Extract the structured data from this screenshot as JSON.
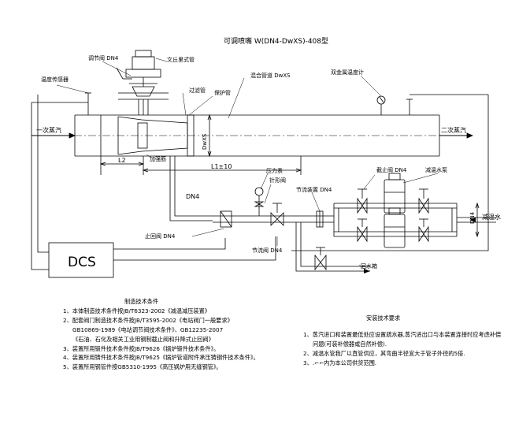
{
  "title": "可调喷嘴 W(DN4-DwXS)-408型",
  "labels": {
    "regulating_valve": "调节阀 DN4",
    "actuator": "文丘里式管",
    "temp_sensor": "温度传感器",
    "filter_pipe": "过滤管",
    "protect_pipe": "保护管",
    "mixing_pipe": "混合管道 DwXS",
    "thermometer": "双金属温度计",
    "primary_steam": "一次蒸汽",
    "secondary_steam": "二次蒸汽",
    "dwxs": "DwXS",
    "l2": "L2",
    "l1": "L1±10",
    "reinforce_rib": "加强筋",
    "pressure_gauge": "压力表",
    "needle_valve": "针形阀",
    "dn4_branch": "DN4",
    "shutoff_valve": "截止阀 DN4",
    "desuper_pump": "减温水泵",
    "throttle_device": "节流装置 DN4",
    "check_valve": "止回阀 DN4",
    "throttle_valve": "节流阀 DN4",
    "return_tank": "回水箱",
    "desuper_water": "减温水",
    "dn4_right": "DN4",
    "dcs": "DCS"
  },
  "manufacturing": {
    "heading": "制造技术条件",
    "items": [
      "1、本体制造技术条件按JB/T6323-2002《减温减压装置》",
      "2、配套阀门制造技术条件按JB/T3595-2002《电站阀门一般要求》",
      "GB10869-1989《电站调节阀技术条件》、GB12235-2007",
      "《石油、石化及相关工业用钢制截止阀和升降式止回阀》",
      "3、装置所用锻件技术条件按JB/T9626《锅炉锻件技术条件》。",
      "4、装置所用铸件技术条件按JB/T9625《锅炉管道附件承压铸钢件技术条件》。",
      "5、装置所用钢管件按GB5310-1995《高压锅炉用无缝钢管》。"
    ]
  },
  "installation": {
    "heading": "安装技术要求",
    "items": [
      "1、蒸汽进口和装置最低处应设置疏水器,蒸汽进出口与本装置连接时应考虑补偿",
      "问题(可装补偿器或自然补偿).",
      "2、减温水管我厂以直管供应，其弯曲半径宜大于管子外径的5倍.",
      "3、.⌐⌐内为本公司供货范围."
    ]
  }
}
